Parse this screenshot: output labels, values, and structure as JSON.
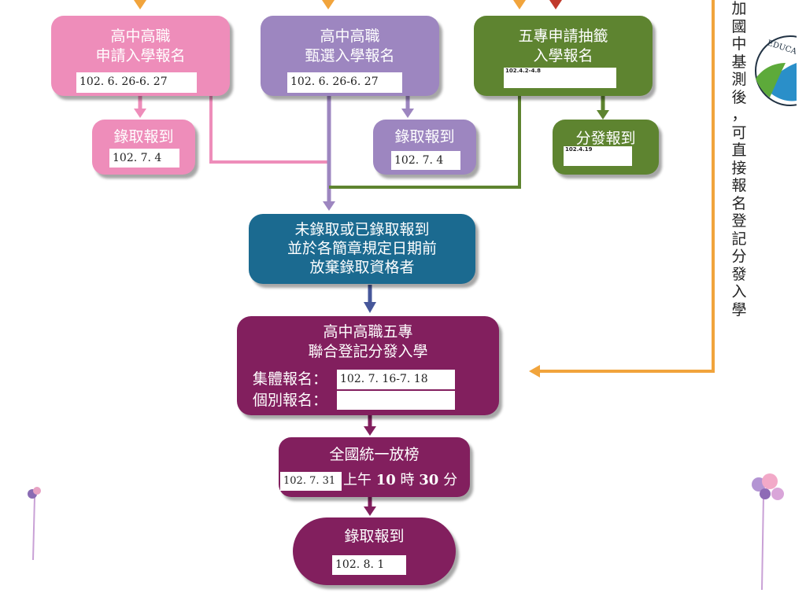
{
  "boxes": {
    "hs_apply": {
      "line1": "高中高職",
      "line2": "申請入學報名",
      "date": "102. 6. 26-6. 27"
    },
    "hs_apply_report": {
      "title": "錄取報到",
      "date": "102. 7. 4"
    },
    "hs_select": {
      "line1": "高中高職",
      "line2": "甄選入學報名",
      "date": "102. 6. 26-6. 27"
    },
    "hs_select_report": {
      "title": "錄取報到",
      "date": "102. 7. 4"
    },
    "five_year": {
      "line1": "五專申請抽籤",
      "line2": "入學報名",
      "date": "102.4.2-4.8"
    },
    "five_year_report": {
      "title": "分發報到",
      "date": "102.4.19"
    },
    "waive": {
      "line1": "未錄取或已錄取報到",
      "line2": "並於各簡章規定日期前",
      "line3": "放棄錄取資格者"
    },
    "joint": {
      "line1": "高中高職五專",
      "line2": "聯合登記分發入學",
      "group_label": "集體報名：",
      "group_date": "102. 7. 16-7. 18",
      "individual_label": "個別報名：",
      "individual_date": ""
    },
    "release": {
      "title": "全國統一放榜",
      "date": "102. 7. 31",
      "time_a": "上午",
      "hour": "10",
      "time_b": "時",
      "minute": "30",
      "time_c": "分"
    },
    "final_report": {
      "title": "錄取報到",
      "date": "102. 8. 1"
    }
  },
  "side_note": "加國中基測後，可直接報名登記分發入學",
  "colors": {
    "pink": "#ee8dba",
    "purple": "#9d86c0",
    "green": "#5e8430",
    "blue": "#1b6a90",
    "magenta": "#821f5e",
    "orange": "#f1a43c"
  }
}
